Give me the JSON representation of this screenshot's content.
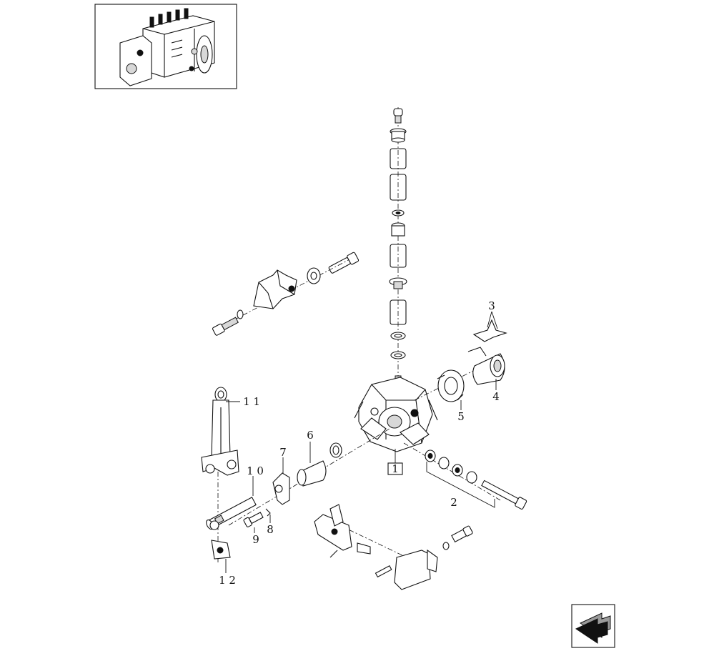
{
  "callouts": [
    {
      "id": "p1",
      "label": "1"
    },
    {
      "id": "p2",
      "label": "2"
    },
    {
      "id": "p3",
      "label": "3"
    },
    {
      "id": "p4",
      "label": "4"
    },
    {
      "id": "p5",
      "label": "5"
    },
    {
      "id": "p6",
      "label": "6"
    },
    {
      "id": "p7",
      "label": "7"
    },
    {
      "id": "p8",
      "label": "8"
    },
    {
      "id": "p9",
      "label": "9"
    },
    {
      "id": "p10",
      "label": "1 0"
    },
    {
      "id": "p11",
      "label": "1 1"
    },
    {
      "id": "p12",
      "label": "1 2"
    }
  ],
  "icons": {
    "thumbnail": "injection-pump-thumbnail-icon",
    "nav": "arrow-back-icon"
  }
}
